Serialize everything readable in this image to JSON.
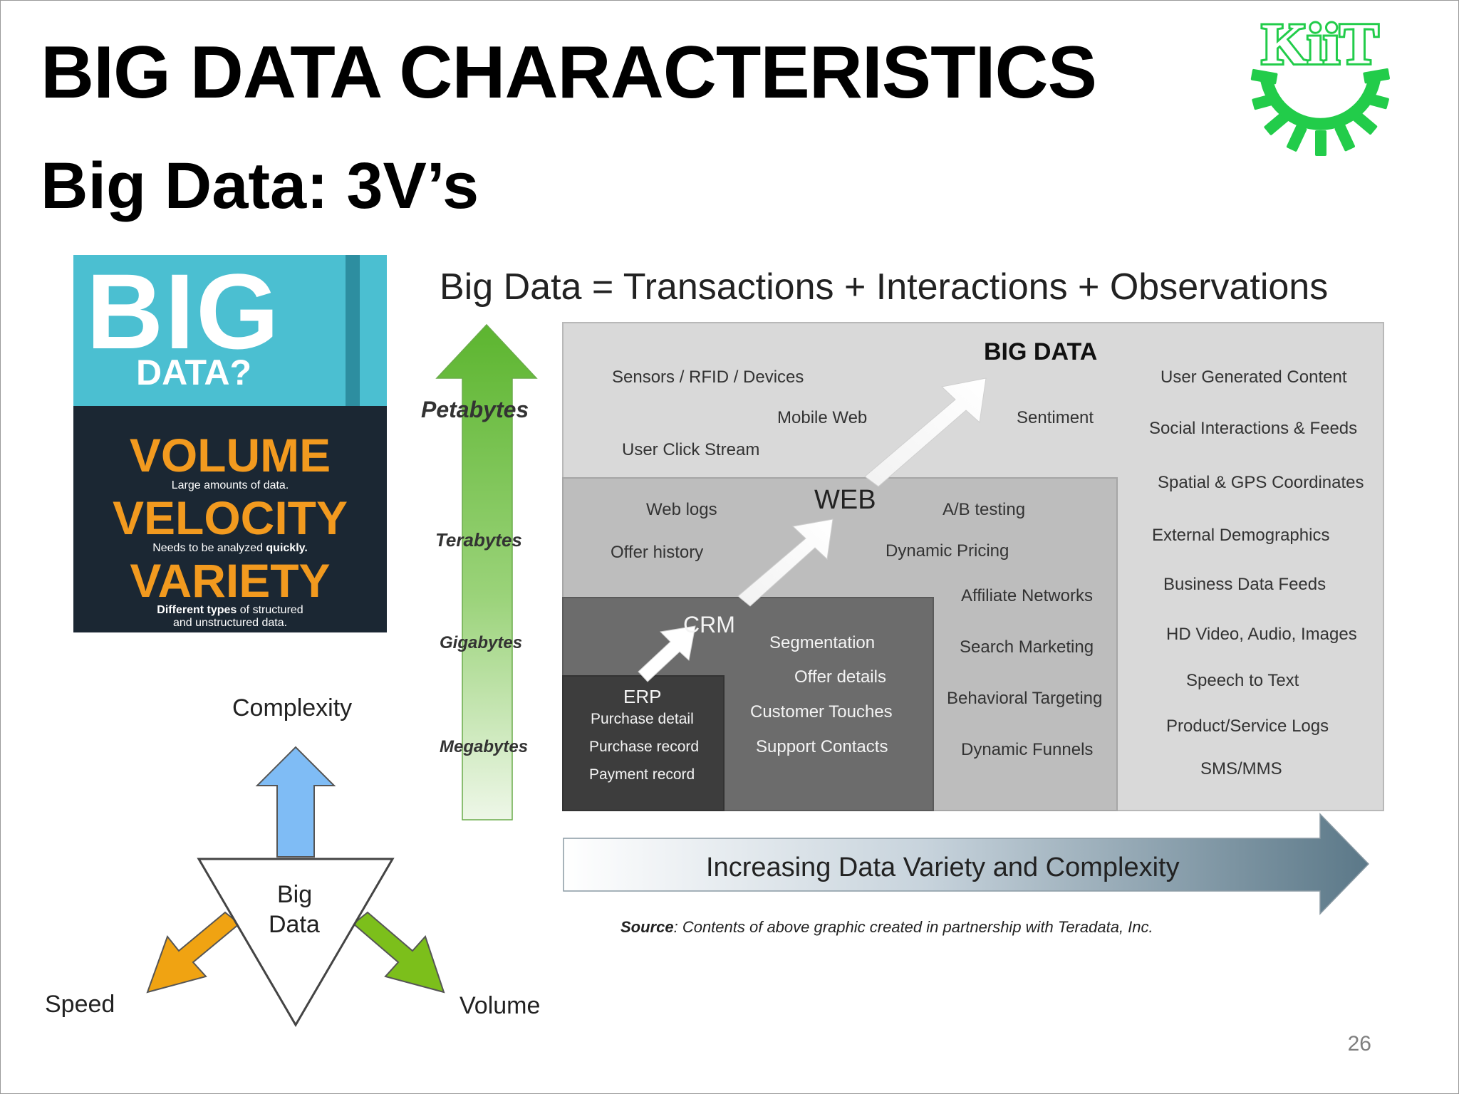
{
  "slide": {
    "title": "BIG DATA CHARACTERISTICS",
    "subtitle": "Big Data: 3V’s",
    "page_number": "26",
    "logo_text": "KiiT"
  },
  "poster": {
    "big": "BIG",
    "data": "DATA?",
    "volume": "VOLUME",
    "volume_desc": "Large amounts of data.",
    "velocity": "VELOCITY",
    "velocity_desc_prefix": "Needs to be analyzed ",
    "velocity_desc_bold": "quickly.",
    "variety": "VARIETY",
    "variety_desc_bold": "Different types",
    "variety_desc_rest": " of structured",
    "variety_desc_line2": "and unstructured data."
  },
  "diagram": {
    "equation": "Big Data = Transactions + Interactions + Observations",
    "scale": [
      "Petabytes",
      "Terabytes",
      "Gigabytes",
      "Megabytes"
    ],
    "levels": {
      "big_data": "BIG DATA",
      "web": "WEB",
      "crm": "CRM",
      "erp": "ERP"
    },
    "big_data_items": [
      "Sensors / RFID / Devices",
      "Mobile Web",
      "Sentiment",
      "User Click Stream"
    ],
    "big_data_right": [
      "User Generated Content",
      "Social Interactions & Feeds",
      "Spatial & GPS Coordinates",
      "External Demographics",
      "Business Data Feeds",
      "HD Video, Audio, Images",
      "Speech to Text",
      "Product/Service Logs",
      "SMS/MMS"
    ],
    "web_items": [
      "Web logs",
      "A/B testing",
      "Offer history",
      "Dynamic Pricing",
      "Affiliate Networks",
      "Search Marketing",
      "Behavioral Targeting",
      "Dynamic Funnels"
    ],
    "crm_items": [
      "Segmentation",
      "Offer details",
      "Customer Touches",
      "Support Contacts"
    ],
    "erp_items": [
      "Purchase detail",
      "Purchase record",
      "Payment record"
    ],
    "variety_arrow": "Increasing Data Variety and Complexity",
    "source_bold": "Source",
    "source_rest": ": Contents of above graphic created in partnership with Teradata, Inc."
  },
  "triangle": {
    "center_line1": "Big",
    "center_line2": "Data",
    "complexity": "Complexity",
    "speed": "Speed",
    "volume": "Volume"
  },
  "colors": {
    "logo_green": "#22cc4a",
    "poster_cyan": "#4bbfd1",
    "poster_orange": "#f29a1f",
    "poster_navy": "#1b2733",
    "arrow_green": "#6cc142",
    "arrow_blue": "#7fbcf5",
    "arrow_orange": "#f0a312",
    "arrow_lime": "#7cbf1b"
  }
}
